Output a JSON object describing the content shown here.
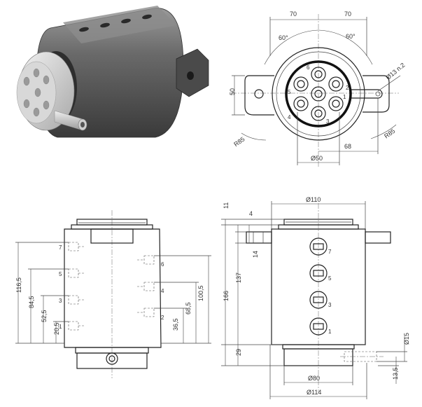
{
  "top_view": {
    "dim_left_70": "70",
    "dim_right_70": "70",
    "angle_left": "60°",
    "angle_right": "60°",
    "hole_label": "Ø13 n.2",
    "height_50": "50",
    "radius_left": "R85",
    "radius_right": "R85",
    "dim_68": "68",
    "diameter_50": "Ø50",
    "ports": [
      "1",
      "2",
      "3",
      "4",
      "5",
      "6"
    ]
  },
  "side_view": {
    "dim_116_5": "116,5",
    "dim_84_5": "84,5",
    "dim_52_5": "52,5",
    "dim_20_5": "20,5",
    "dim_36_5": "36,5",
    "dim_68_5": "68,5",
    "dim_100_5": "100,5",
    "ports_left": [
      "7",
      "5",
      "3",
      "1"
    ],
    "ports_right": [
      "6",
      "4",
      "2"
    ]
  },
  "front_view": {
    "dim_11": "11",
    "dim_4": "4",
    "dim_14": "14",
    "dim_137": "137",
    "dim_166": "166",
    "dim_29": "29",
    "diameter_110": "Ø110",
    "diameter_80": "Ø80",
    "diameter_114": "Ø114",
    "diameter_15": "Ø15",
    "dim_13_5": "13,5",
    "ports": [
      "7",
      "5",
      "3",
      "1"
    ]
  }
}
